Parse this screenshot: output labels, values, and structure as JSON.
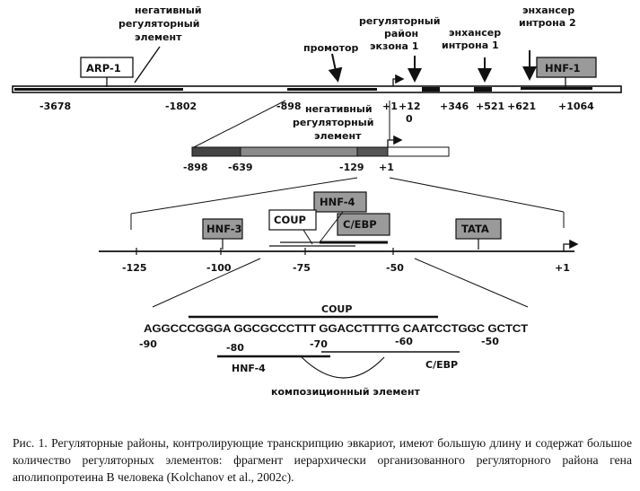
{
  "diagram": {
    "top_line": {
      "labels": {
        "neg_reg": "негативный\nрегуляторный\nэлемент",
        "promoter": "промотор",
        "reg_region_exon": "регуляторный\nрайон\nэкзона 1",
        "enhancer_intron1": "энхансер\nинтрона 1",
        "enhancer_intron2": "энхансер\nинтрона 2"
      },
      "boxes": {
        "arp1": "ARP-1",
        "hnf1": "HNF-1"
      },
      "ticks": [
        "-3678",
        "-1802",
        "-898",
        "+1",
        "+12\n0",
        "+346",
        "+521",
        "+621",
        "+1064"
      ]
    },
    "middle_line": {
      "label": "негативный\nрегуляторный\nэлемент",
      "ticks": [
        "-898",
        "-639",
        "-129",
        "+1"
      ]
    },
    "axis_line": {
      "boxes": {
        "hnf3": "HNF-3",
        "hnf4": "HNF-4",
        "coup": "COUP",
        "cebp": "C/EBP",
        "tata": "TATA"
      },
      "ticks": [
        "-125",
        "-100",
        "-75",
        "-50",
        "+1"
      ]
    },
    "sequence": {
      "coup_label": "COUP",
      "text": "AGGCCCGGGA GGCGCCCTTT GGACCTTTTG CAATCCTGGC GCTCT",
      "ticks": [
        "-90",
        "-80",
        "-70",
        "-60",
        "-50"
      ],
      "hnf4_label": "HNF-4",
      "cebp_label": "C/EBP",
      "composite_label": "композиционный элемент"
    }
  },
  "caption": "Рис. 1. Регуляторные районы, контролирующие транскрипцию эвкариот, имеют большую длину и содержат большое количество регуляторных элементов: фрагмент иерархически организованного регуляторного района гена аполипопротеина В человека (Kolchanov et al., 2002c)."
}
